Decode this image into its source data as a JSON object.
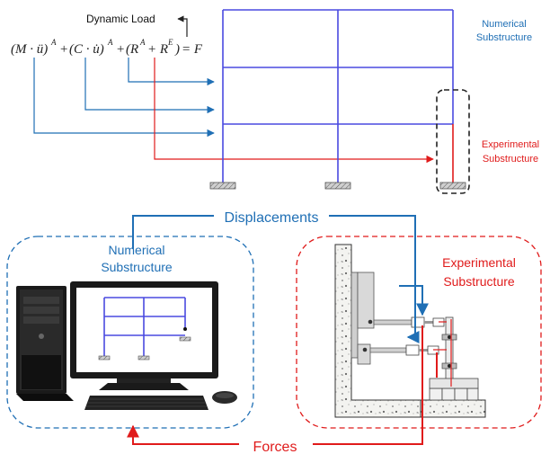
{
  "top": {
    "dynamic_load_label": "Dynamic Load",
    "equation": {
      "mass_term": "(M · ü)",
      "damping_term": "(C · u̇)",
      "restoring_open": "(R",
      "restoring_plus": "+ R",
      "restoring_close": ")",
      "sup_a": "A",
      "sup_e": "E",
      "plus": "+",
      "equals": "= F"
    },
    "numerical_label_line1": "Numerical",
    "numerical_label_line2": "Substructure",
    "experimental_label_line1": "Experimental",
    "experimental_label_line2": "Substructure"
  },
  "bottom": {
    "displacements_label": "Displacements",
    "forces_label": "Forces",
    "numerical_label_line1": "Numerical",
    "numerical_label_line2": "Substructure",
    "experimental_label_line1": "Experimental",
    "experimental_label_line2": "Substructure"
  },
  "colors": {
    "frame_blue": "#4a4ae0",
    "flow_blue": "#1f6fb5",
    "numerical_text": "#1f6fb5",
    "experimental_red": "#e01b1b",
    "dashed_black": "#222222"
  },
  "icons": {
    "computer": "desktop-computer-icon",
    "test_rig": "experimental-test-rig-icon"
  }
}
